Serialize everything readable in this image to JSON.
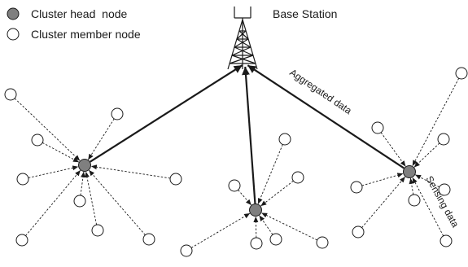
{
  "legend": {
    "head_label": "Cluster head  node",
    "member_label": "Cluster member node"
  },
  "base_station": {
    "label": "Base Station"
  },
  "labels": {
    "aggregated": "Aggregated data",
    "sensing": "Sensing data"
  },
  "colors": {
    "head_fill": "#7f7f7f",
    "member_fill": "#ffffff",
    "stroke": "#1a1a1a"
  },
  "clusters": [
    {
      "name": "left",
      "member_count": 9
    },
    {
      "name": "middle",
      "member_count": 7
    },
    {
      "name": "right",
      "member_count": 8
    }
  ]
}
